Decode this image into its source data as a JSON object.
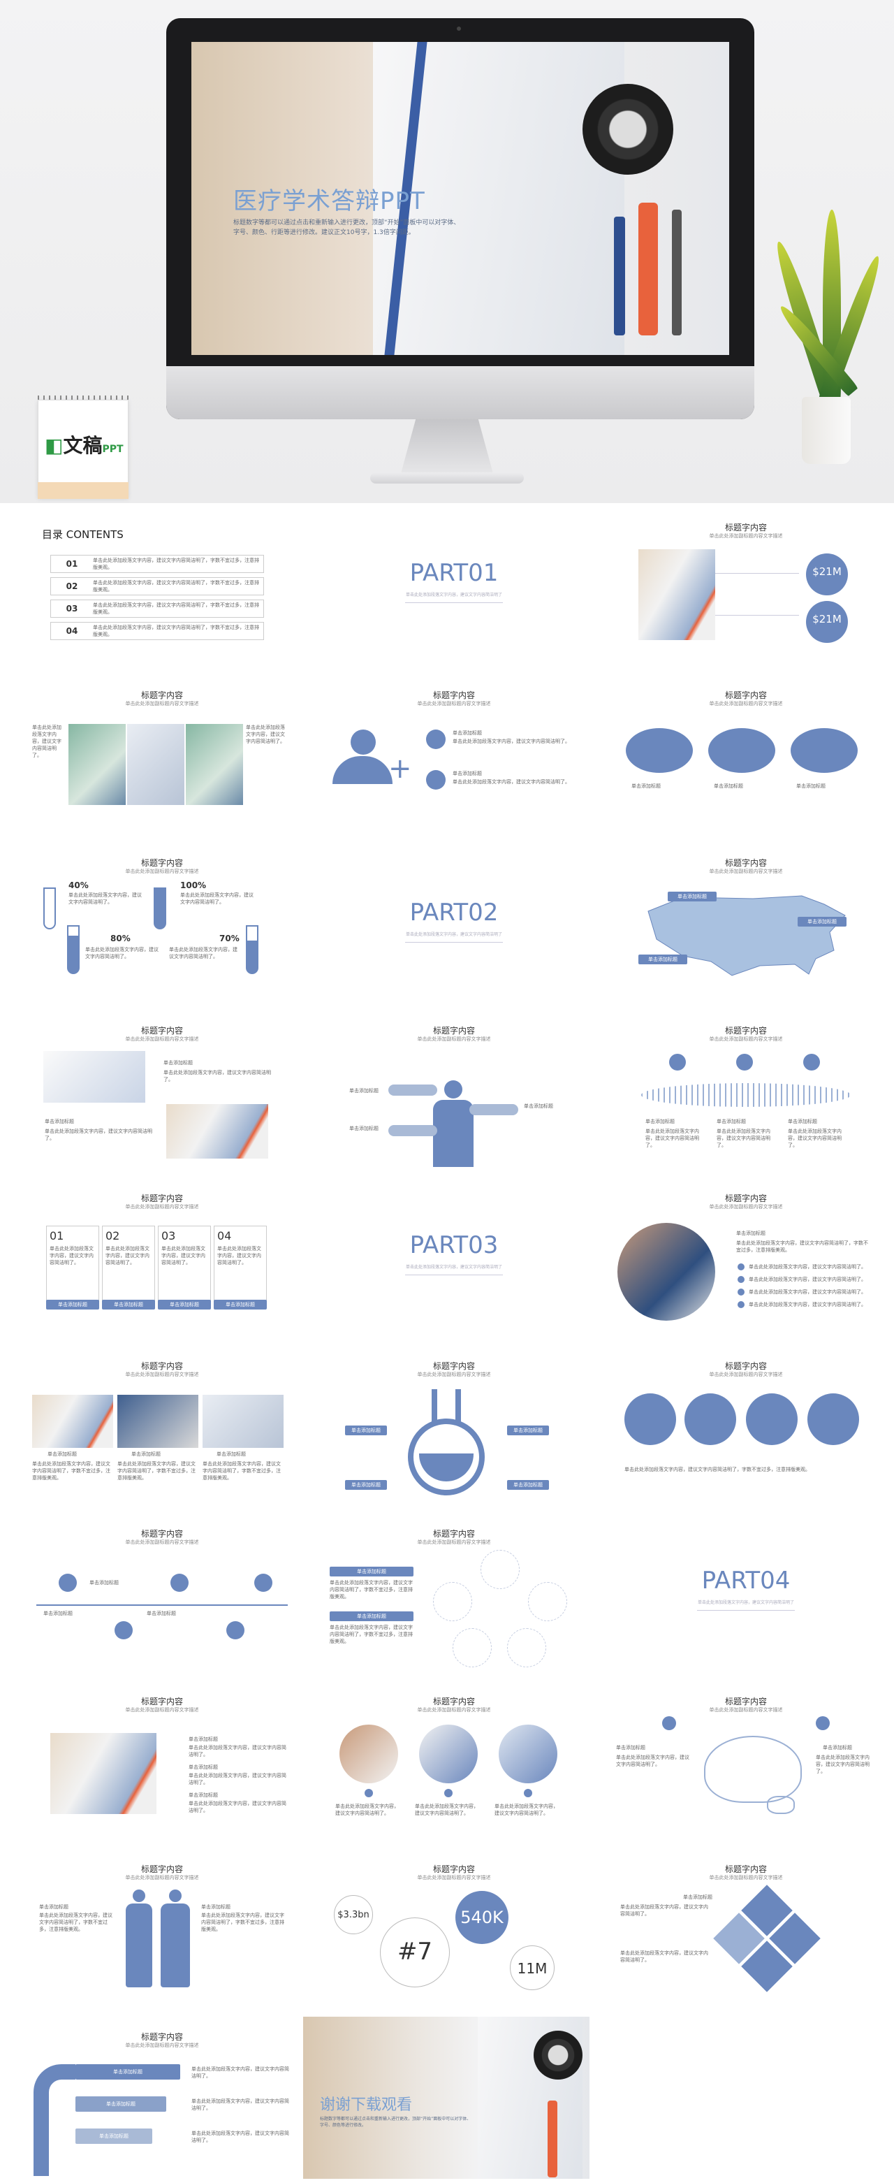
{
  "hero": {
    "title": "医疗学术答辩PPT",
    "subtitle": "标题数字等都可以通过点击和重新输入进行更改，顶部“开始”面板中可以对字体、字号、颜色、行距等进行修改。建议正文10号字，1.3倍字间距。",
    "logo_text": "文稿",
    "logo_ppt": "PPT"
  },
  "labels": {
    "slide_title": "标题字内容",
    "slide_sub": "单击此处添加副标题内容文字描述",
    "btn": "单击添加标题",
    "short": "单击此处添加段落文字内容，建议文字内容简洁明了。",
    "long": "单击此处添加段落文字内容，建议文字内容简洁明了，字数不宜过多，注意排版美观。"
  },
  "contents": {
    "title": "目录 CONTENTS",
    "items": [
      {
        "num": "01",
        "text": "单击此处添加段落文字内容，建议文字内容简洁明了，字数不宜过多，注意排版美观。"
      },
      {
        "num": "02",
        "text": "单击此处添加段落文字内容，建议文字内容简洁明了，字数不宜过多，注意排版美观。"
      },
      {
        "num": "03",
        "text": "单击此处添加段落文字内容，建议文字内容简洁明了，字数不宜过多，注意排版美观。"
      },
      {
        "num": "04",
        "text": "单击此处添加段落文字内容，建议文字内容简洁明了，字数不宜过多，注意排版美观。"
      }
    ]
  },
  "parts": {
    "p1": "PART01",
    "p2": "PART02",
    "p3": "PART03",
    "p4": "PART04",
    "sub": "单击此处添加段落文字内容，建议文字内容简洁明了"
  },
  "stats": {
    "a": "$21M",
    "b": "$21M",
    "pct": [
      "40%",
      "100%",
      "80%",
      "70%"
    ],
    "boxes": [
      "01",
      "02",
      "03",
      "04"
    ],
    "nums": {
      "n1": "$3.3bn",
      "n2": "#7",
      "n3": "540K",
      "n4": "11M"
    }
  },
  "thanks": {
    "title": "谢谢下载观看",
    "sub": "标题数字等都可以通过点击和重新输入进行更改，顶部“开始”面板中可以对字体、字号、颜色等进行修改。"
  }
}
